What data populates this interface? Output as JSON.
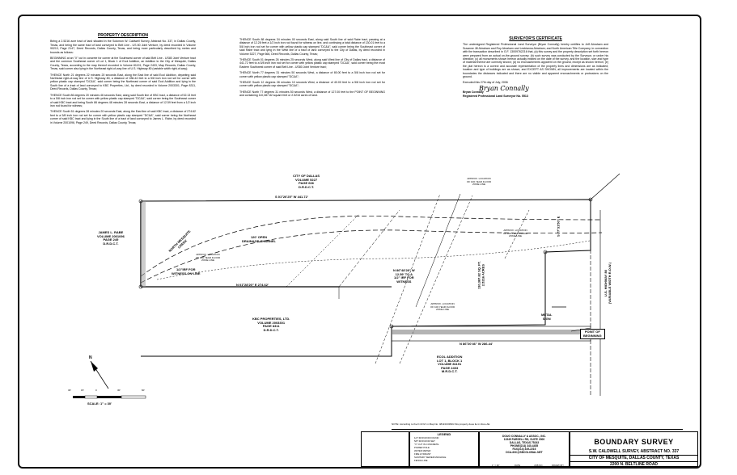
{
  "property_description": {
    "heading": "PROPERTY DESCRIPTION",
    "paragraphs": [
      "Being a 2.5216 acre tract of land situated in the Solomon W. Caldwell Survey, Abstract No. 337, in Dallas County, Texas, and being the same tract of land conveyed to Belt Line - US 80 Joint Venture, by deed recorded in Volume 90213, Page 2147, Deed Records, Dallas County, Texas, and being more particularly described by metes and bounds as follows:",
      "BEGINNING at an \"X\" cut in concrete for corner at the Southwest corner of said Belt Line - US80 Joint Venture tract and the common Southeast corner of Lot 1, Block 1 of Ecol Addition, an Addition to the City of Mesquite, Dallas County, Texas, according to the map thereof recorded in Volume 81191, Page 2403, Map Records, Dallas County, Texas, said corner also lying in the Northeast right-of-way line of U.S. Highway 80 (variable width right-of-way);",
      "THENCE North 21 degrees 22 minutes 20 seconds East, along the East line of said Ecol Addition, departing said Northeast right-of-way line of U.S. Highway 80, a distance of 286.44 feet to a 5/8 inch iron rod set for corner with yellow plastic cap stamped \"DC&A\", said corner being the Northeast corner of said Ecol Addition and lying in the South line of a tract of land conveyed to KBC Properties, Ltd., by deed recorded in Volume 2003301, Page 8311, Deed Records, Dallas County, Texas;",
      "THENCE South 86 degrees 20 minutes 46 seconds East, along said South line of KBC tract, a distance of 52.13 feet to a 5/8 inch iron rod set for corner with yellow plastic cap stamped \"DC&A\", said corner being the Southeast corner of said KBC tract and being South 86 degrees 48 minutes 28 seconds East, a distance of 12.59 feet from a 1/2 inch iron rod found for witness;",
      "THENCE South 51 degrees 28 minutes 20 seconds East, along the East line of said KBC tract, a distance of 274.62 feet to a 5/8 inch iron rod set for corner with yellow plastic cap stamped \"DC&A\", said corner being the Northeast corner of said KBC tract and lying in the South line of a tract of land conveyed to James L. Rabe, by deed recorded in Volume 2001096, Page 249, Deed Records, Dallas County, Texas;"
    ]
  },
  "middle_description": {
    "paragraphs": [
      "THENCE South 88 degrees 34 minutes 00 seconds East, along said South line of said Rabe tract, passing at a distance of 12.28 feet a 1/2 inch iron rod found for witness on line, and continuing a total distance of 130.01 feet to a 5/8 inch iron rod set for corner with yellow plastic cap stamped \"DC&A\", said corner being the Southeast corner of said Rabe tract and lying in the West line of a tract of land conveyed to the City of Dallas, by deed recorded in Volume 5227, Page 666, Deed Records, Dallas County, Texas;",
      "THENCE South 01 degrees 26 minutes 25 seconds West, along said West line of City of Dallas tract, a distance of 441.72 feet to a 5/8 inch iron rod set for corner with yellow plastic cap stamped \"DC&A\", said corner being the most Eastern Southwest corner of said Belt Line - US80 Joint Venture tract;",
      "THENCE North 77 degrees 31 minutes 50 seconds West, a distance of 80.00 feet to a 5/8 inch iron rod set for corner with yellow plastic cap stamped \"DC&A\";",
      "THENCE South 12 degrees 28 minutes 10 seconds West, a distance of 40.00 feet to a 5/8 inch iron rod set for corner with yellow plastic cap stamped \"DC&A\";",
      "THENCE North 77 degrees 31 minutes 50 seconds West, a distance of 127.00 feet to the POINT OF BEGINNING and containing 110,387.82 square feet or 2.5216 acres of land."
    ]
  },
  "surveyor_certificate": {
    "heading": "SURVEYOR'S CERTIFICATE",
    "paragraphs": [
      "The undersigned Registered Professional Land Surveyor (Bryan Connally) hereby certifies to Jeff Abraham and Susanne Jill Abraham and Roy Abraham and Lesbianna Abraham; and North American Title Company, in connection with the transaction described in G.F. 13009762216 that, (a) this survey and the property description set forth hereon were prepared from an actual on-the-ground survey; (b) such survey was conducted by the Surveyor, or under his direction; (c) all monuments shown hereon actually existed on the date of the survey, and the location, size and type of material thereof are correctly shown; (d) no encroachments apparent on the ground, except as shown hereon; (e) the plat hereon is a correct and accurate representation of the property lines and dimensions are as indicated; location and type of buildings are as shown; and EXCEPT AS SHOWN, all improvements are located within the boundaries the distances indicated and there are no visible and apparent encroachments or protrusions on the ground.",
      "Executed this 27th day of July, 2006"
    ],
    "signature_text": "Bryan Connally",
    "signer_name": "Bryan Connally",
    "signer_title": "Registered Professional Land Surveyor No. 5513"
  },
  "map_labels": {
    "city_of_dallas": "CITY OF DALLAS\nVOLUME 5227\nPAGE 666\nD.R.D.C.T.",
    "north_bearing": "S 01°26'25\" W    441.72'",
    "rabe": "JAMES L. RABE\nVOLUME 2001096\nPAGE 249\nD.R.D.C.T.",
    "drainage": "120' OPEN\nDRAINAGE CHANNEL",
    "iron_rod": "1/2\"IRF FOR\nWITNESS ON LINE",
    "kbc_bearing": "N 01°28'20\" E    274.62'",
    "kbc": "KBC PROPERTIES, LTD.\nVOLUME 2003301\nPAGE 8311\nD.R.D.C.T.",
    "witness_bearing": "N 86°48'28\" W\n12.59' TO A\n1/2\" IRF FOR\nWITNESS",
    "area": "110,387.82 SQ. FT.\n2.5216 ACRES",
    "sign": "METAL\nSIGN",
    "highway": "U.S. HIGHWAY 80\n(VARIABLE WIDTH R.O.W.)",
    "pob": "POINT OF\nBEGINNING",
    "ecol": "ECOL ADDITION\nLOT 1, BLOCK 1\nVOLUME 81191\nPAGE 2403\nM.R.D.C.T.",
    "east_bearing": "S 77°31'50\" E",
    "south_bearing": "N 86°20'46\" W    286.44'",
    "north_wall": "NORTH MESQUITE\nCREEK",
    "small_a": "APPROX. LOCATION\nOF 100 YEAR FLOOD\nZONE LINE",
    "small_b": "APPROX. LOCATION\nOF 100 YEAR FLOOD\nZONE LINE",
    "small_c": "APPROX. LOCATION\nOF 100 YEAR FLOOD\nZONE LINE",
    "small_d": "APPROX. LOCATION\nOF 100 YEAR FLOOD\nZONE LINE"
  },
  "scale": {
    "ticks": [
      "30'",
      "15'",
      "0",
      "30'",
      "60'"
    ],
    "label": "SCALE: 1\" = 30'"
  },
  "flood_note": "NOTE: According to the F.I.R.M. in Map No. 48113C0390J this property does lie in Zone AE",
  "title_block": {
    "title": "BOUNDARY SURVEY",
    "subtitle": "S.W. CALDWELL SURVEY, ABSTRACT NO. 337",
    "city_line": "CITY OF MESQUITE, DALLAS COUNTY, TEXAS",
    "address": "2200 N. BELTLINE ROAD",
    "firm": "DOUG CONNALLY & ASSOC., INC.\n11545 PARSELL RD, SUITE 2000\nDALLAS, TEXAS 75243\nPHONE(214) 340-4455\nFAX(214) 349-2216\nDCA-INC@SBCGLOBAL.NET",
    "legend_title": "LEGEND",
    "legend": [
      "1/2\" IRON ROD FOUND",
      "5/8\" IRON ROD SET",
      "\"X\" CUT IN CONCRETE",
      "POWER POLE",
      "WATER METER",
      "FIRE HYDRANT",
      "SANITARY SEWER MANHOLE",
      "FENCE LINE"
    ],
    "drawn_by": "DRAWN BY",
    "date": "DATE",
    "job": "JOB NO.",
    "scale_cell": "1\" = 30'"
  }
}
